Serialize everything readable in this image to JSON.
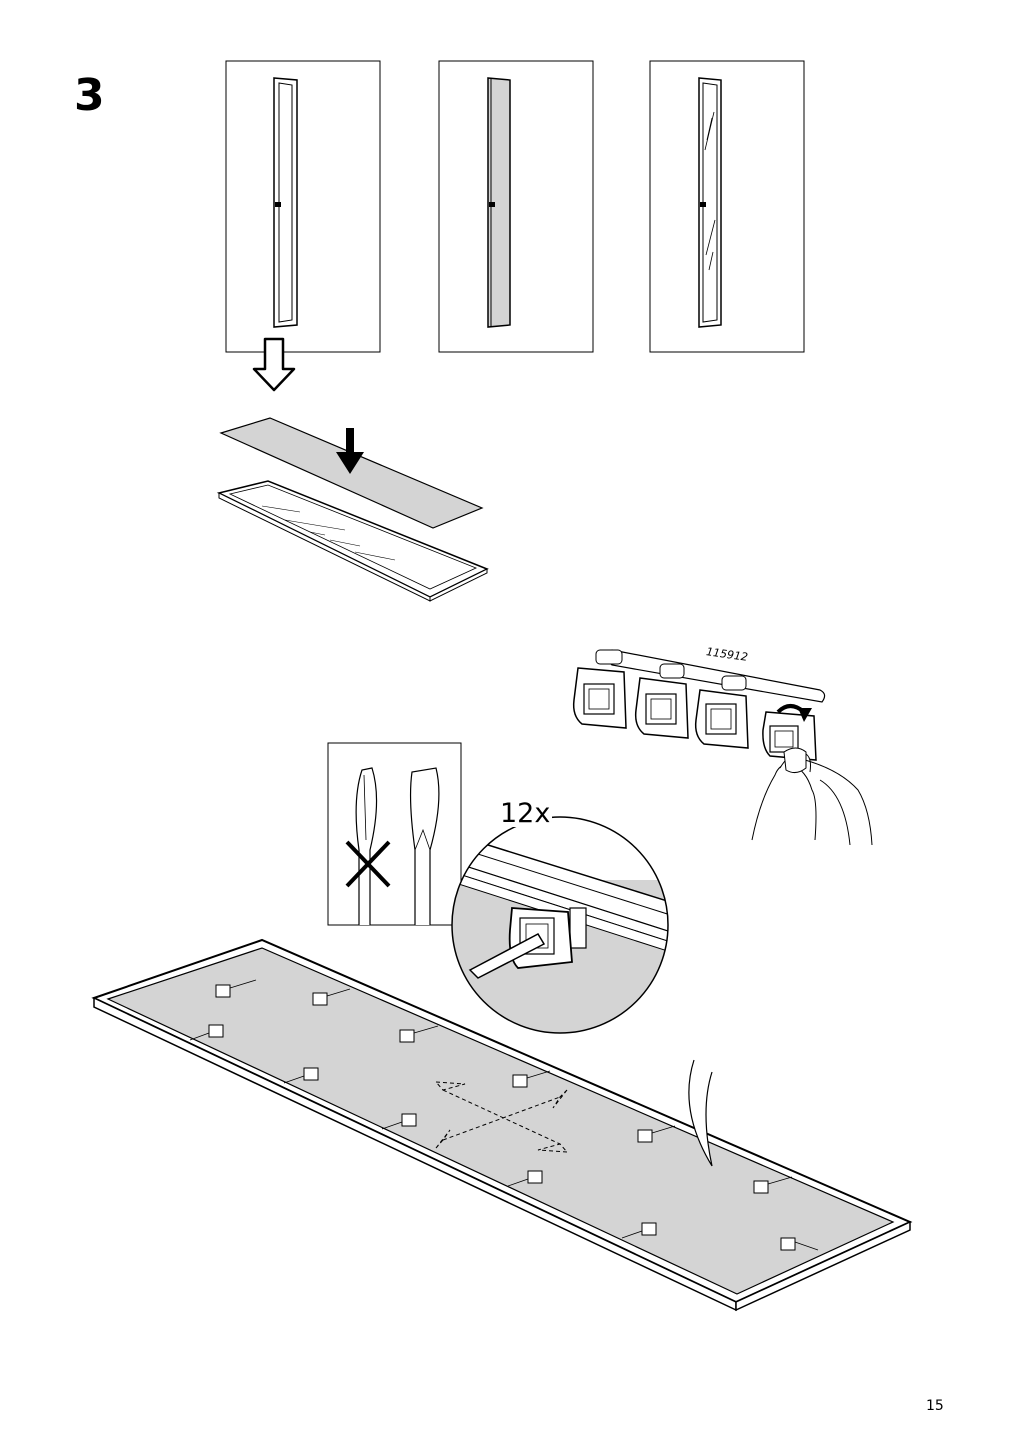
{
  "step": {
    "number": "3"
  },
  "parts": {
    "strip_code": "115912"
  },
  "quantity": {
    "label": "12x"
  },
  "footer": {
    "page_number": "15"
  },
  "colors": {
    "panel_gray": "#d4d4d4",
    "line": "#000000",
    "background": "#ffffff"
  },
  "icons": [
    "down-arrow-icon",
    "press-arrow-icon",
    "rotate-arrow-icon",
    "lever-arrow-icon",
    "cross-mark-icon",
    "dashed-diagonal-arrows-icon"
  ]
}
